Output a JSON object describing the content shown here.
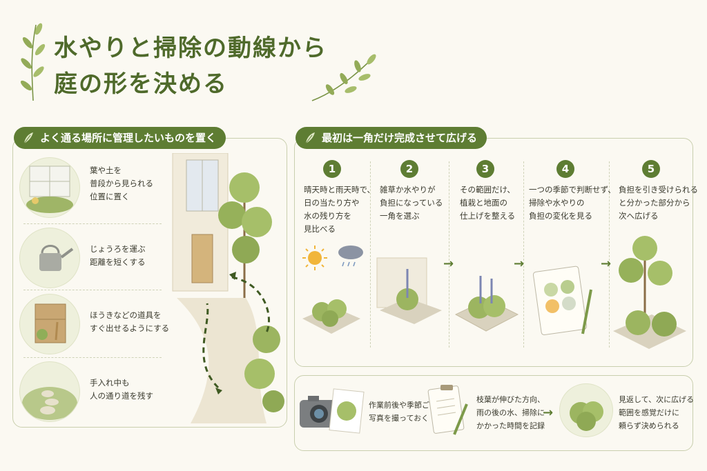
{
  "title": {
    "line1": "水やりと掃除の動線から",
    "line2": "庭の形を決める"
  },
  "left_section": {
    "heading": "よく通る場所に管理したいものを置く",
    "items": [
      {
        "lines": [
          "葉や土を",
          "普段から見られる",
          "位置に置く"
        ]
      },
      {
        "lines": [
          "じょうろを運ぶ",
          "距離を短くする"
        ]
      },
      {
        "lines": [
          "ほうきなどの道具を",
          "すぐ出せるようにする"
        ]
      },
      {
        "lines": [
          "手入れ中も",
          "人の通り道を残す"
        ]
      }
    ]
  },
  "right_section": {
    "heading": "最初は一角だけ完成させて広げる",
    "steps": [
      {
        "num": "1",
        "lines": [
          "晴天時と雨天時で、",
          "日の当たり方や",
          "水の残り方を",
          "見比べる"
        ]
      },
      {
        "num": "2",
        "lines": [
          "雑草か水やりが",
          "負担になっている",
          "一角を選ぶ"
        ]
      },
      {
        "num": "3",
        "lines": [
          "その範囲だけ、",
          "植栽と地面の",
          "仕上げを整える"
        ]
      },
      {
        "num": "4",
        "lines": [
          "一つの季節で判断せず、",
          "掃除や水やりの",
          "負担の変化を見る"
        ]
      },
      {
        "num": "5",
        "lines": [
          "負担を引き受けられる",
          "と分かった部分から",
          "次へ広げる"
        ]
      }
    ]
  },
  "bottom_section": {
    "items": [
      {
        "lines": [
          "作業前後や季節ごとに",
          "写真を撮っておく"
        ]
      },
      {
        "lines": [
          "枝葉が伸びた方向、",
          "雨の後の水、掃除に",
          "かかった時間を記録"
        ]
      },
      {
        "lines": [
          "見返して、次に広げる",
          "範囲を感覚だけに",
          "頼らず決められる"
        ]
      }
    ]
  },
  "arrow_glyph": "→",
  "colors": {
    "accent": "#5e7d33",
    "title": "#4f6a2b",
    "background": "#fbf9f2",
    "border": "#c9cfae"
  }
}
